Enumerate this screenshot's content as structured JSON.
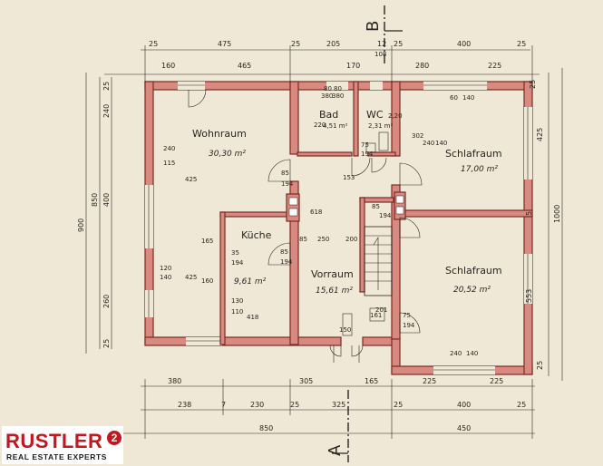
{
  "rooms": {
    "wohnraum": {
      "name": "Wohnraum",
      "area": "30,30 m²"
    },
    "bad": {
      "name": "Bad",
      "area": "4,51 m²"
    },
    "wc": {
      "name": "WC",
      "area": "2,31 m²"
    },
    "schlaf1": {
      "name": "Schlafraum",
      "area": "17,00 m²"
    },
    "kueche": {
      "name": "Küche",
      "area": "9,61 m²"
    },
    "vorraum": {
      "name": "Vorraum",
      "area": "15,61 m²"
    },
    "schlaf2": {
      "name": "Schlafraum",
      "area": "20,52 m²"
    }
  },
  "section_marks": {
    "a": "A",
    "b": "B"
  },
  "top_dims_row1": [
    "25",
    "475",
    "25",
    "205",
    "25",
    "400",
    "25"
  ],
  "top_dims_row2": [
    "160",
    "465",
    "170",
    "12",
    "280",
    "225"
  ],
  "top_small": [
    "108",
    "12"
  ],
  "bottom_dims_row1": [
    "380",
    "305",
    "165",
    "225",
    "225"
  ],
  "bottom_dims_row2": [
    "238",
    "7",
    "230",
    "25",
    "325",
    "25",
    "400",
    "25"
  ],
  "bottom_dims_row3": [
    "850",
    "450"
  ],
  "left_dims": [
    "25",
    "240",
    "400",
    "260",
    "25",
    "850",
    "900"
  ],
  "right_dims": [
    "25",
    "425",
    "5",
    "553",
    "25",
    "1000"
  ],
  "window_labels": [
    "240",
    "115",
    "120",
    "140",
    "130",
    "110",
    "35",
    "194",
    "85",
    "194",
    "240",
    "140",
    "85",
    "194",
    "75",
    "194",
    "85",
    "194",
    "60",
    "140",
    "75",
    "194",
    "200",
    "618",
    "250",
    "85",
    "165",
    "161",
    "418",
    "160",
    "425",
    "425",
    "380",
    "380",
    "220",
    "302",
    "153",
    "240",
    "140",
    "150",
    "201",
    "2,20",
    "80",
    "80"
  ],
  "logo": {
    "brand": "RUSTLER",
    "mark": "2",
    "tagline": "REAL ESTATE EXPERTS"
  },
  "colors": {
    "wall_fill": "#d98a80",
    "wall_stroke": "#7a2a22",
    "paper": "#efe8d6",
    "brand": "#c4161c"
  }
}
